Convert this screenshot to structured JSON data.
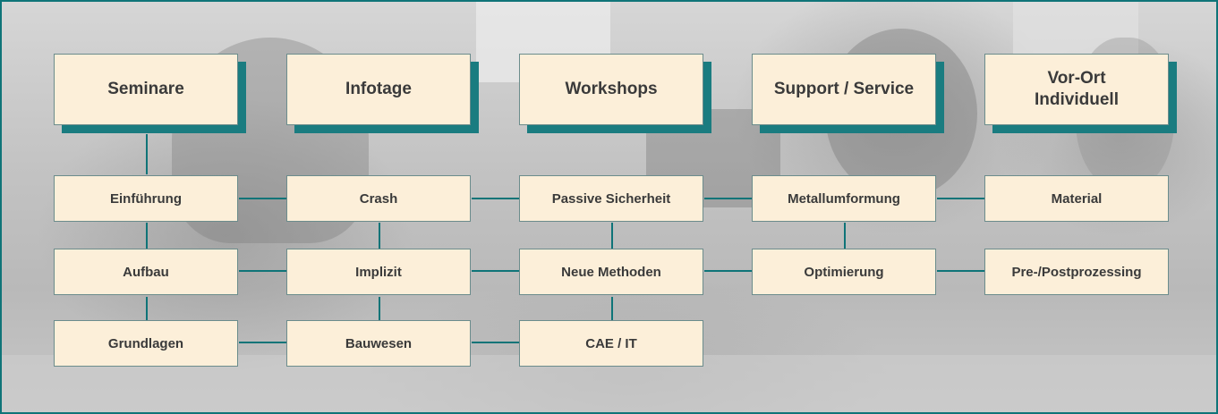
{
  "headers": [
    {
      "id": "seminare",
      "label": "Seminare"
    },
    {
      "id": "infotage",
      "label": "Infotage"
    },
    {
      "id": "workshops",
      "label": "Workshops"
    },
    {
      "id": "support",
      "label": "Support / Service"
    },
    {
      "id": "vor-ort",
      "label": "Vor-Ort\nIndividuell"
    }
  ],
  "topics": {
    "col1": [
      "Einführung",
      "Aufbau",
      "Grundlagen"
    ],
    "col2": [
      "Crash",
      "Implizit",
      "Bauwesen"
    ],
    "col3": [
      "Passive Sicherheit",
      "Neue Methoden",
      "CAE / IT"
    ],
    "col4": [
      "Metallumformung",
      "Optimierung"
    ],
    "col5": [
      "Material",
      "Pre-/Postprozessing"
    ]
  },
  "colors": {
    "border": "#0f7478",
    "box_fill": "#fcefd9",
    "shadow": "#1a7c80",
    "text": "#3a3a3a"
  }
}
